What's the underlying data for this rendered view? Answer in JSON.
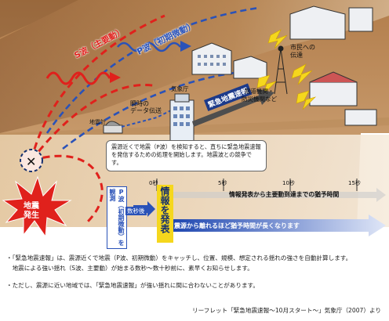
{
  "labels": {
    "s_wave": "S波（主要動）",
    "p_wave": "P波（初期微動）",
    "jma": "気象庁",
    "seismometer": "地震計",
    "instant_transfer_1": "瞬時の",
    "instant_transfer_2": "データ伝送",
    "eew": "緊急地震速報",
    "broadcast_1": "報道機関・",
    "broadcast_2": "防災機関など",
    "citizens_1": "市民への",
    "citizens_2": "伝達",
    "quake_1": "地震",
    "quake_2": "発生",
    "p_detect": "P波（初期微動）を観測",
    "info_issue": "情報を発表",
    "seconds_after": "数秒後",
    "grace_arrow": "震源から離れるほど猶予時間が長くなります",
    "timeline_caption": "情報発表から主要動到達までの猶予時間"
  },
  "callout": "震源近くで地震（P波）を検知すると、直ちに緊急地震速報を発信するための処理を開始します。地震波との競争です。",
  "ticks": [
    "0秒",
    "5秒",
    "10秒",
    "15秒"
  ],
  "notes": [
    "・「緊急地震速報」は、震源近くで地震（P波、初期微動）をキャッチし、位置、規模、想定される揺れの強さを自動計算します。",
    "　地震による強い揺れ（S波、主要動）が始まる数秒～数十秒前に、素早くお知らせします。",
    "・ただし、震源に近い地域では、「緊急地震速報」が強い揺れに間に合わないことがあります。"
  ],
  "credit": "リーフレット「緊急地震速報～10月スタート～」気象庁（2007）より",
  "colors": {
    "ground": "#c99a68",
    "sky": "#d9b285",
    "red": "#e0211c",
    "blue": "#2a52b8",
    "navy": "#16306e",
    "yellow": "#f5d71d"
  }
}
